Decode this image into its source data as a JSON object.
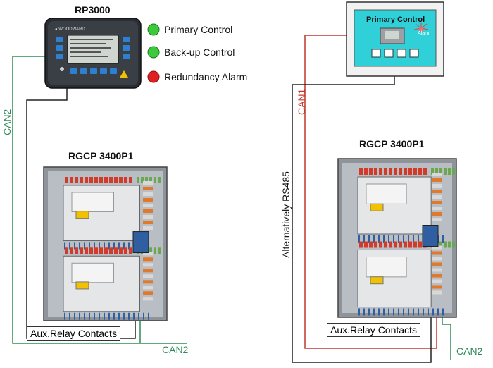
{
  "titles": {
    "rp3000": "RP3000",
    "rgcp_left": "RGCP 3400P1",
    "rgcp_right": "RGCP 3400P1"
  },
  "indicators": [
    {
      "label": "Primary Control",
      "color": "#3cc93c"
    },
    {
      "label": "Back-up Control",
      "color": "#3cc93c"
    },
    {
      "label": "Redundancy Alarm",
      "color": "#e02020"
    }
  ],
  "screen": {
    "title": "Primary Control",
    "alarm": "Alarm"
  },
  "cables": {
    "can2_left_vertical": "CAN2",
    "can2_left_bottom": "CAN2",
    "can1": "CAN1",
    "rs485": "Alternatively RS485",
    "can2_right_bottom": "CAN2"
  },
  "relay_labels": {
    "left": "Aux.Relay Contacts",
    "right": "Aux.Relay Contacts"
  },
  "colors": {
    "can1": "#c0392b",
    "can2": "#2e8b57",
    "wire": "#222222",
    "screen_bg": "#2fd0d8"
  }
}
